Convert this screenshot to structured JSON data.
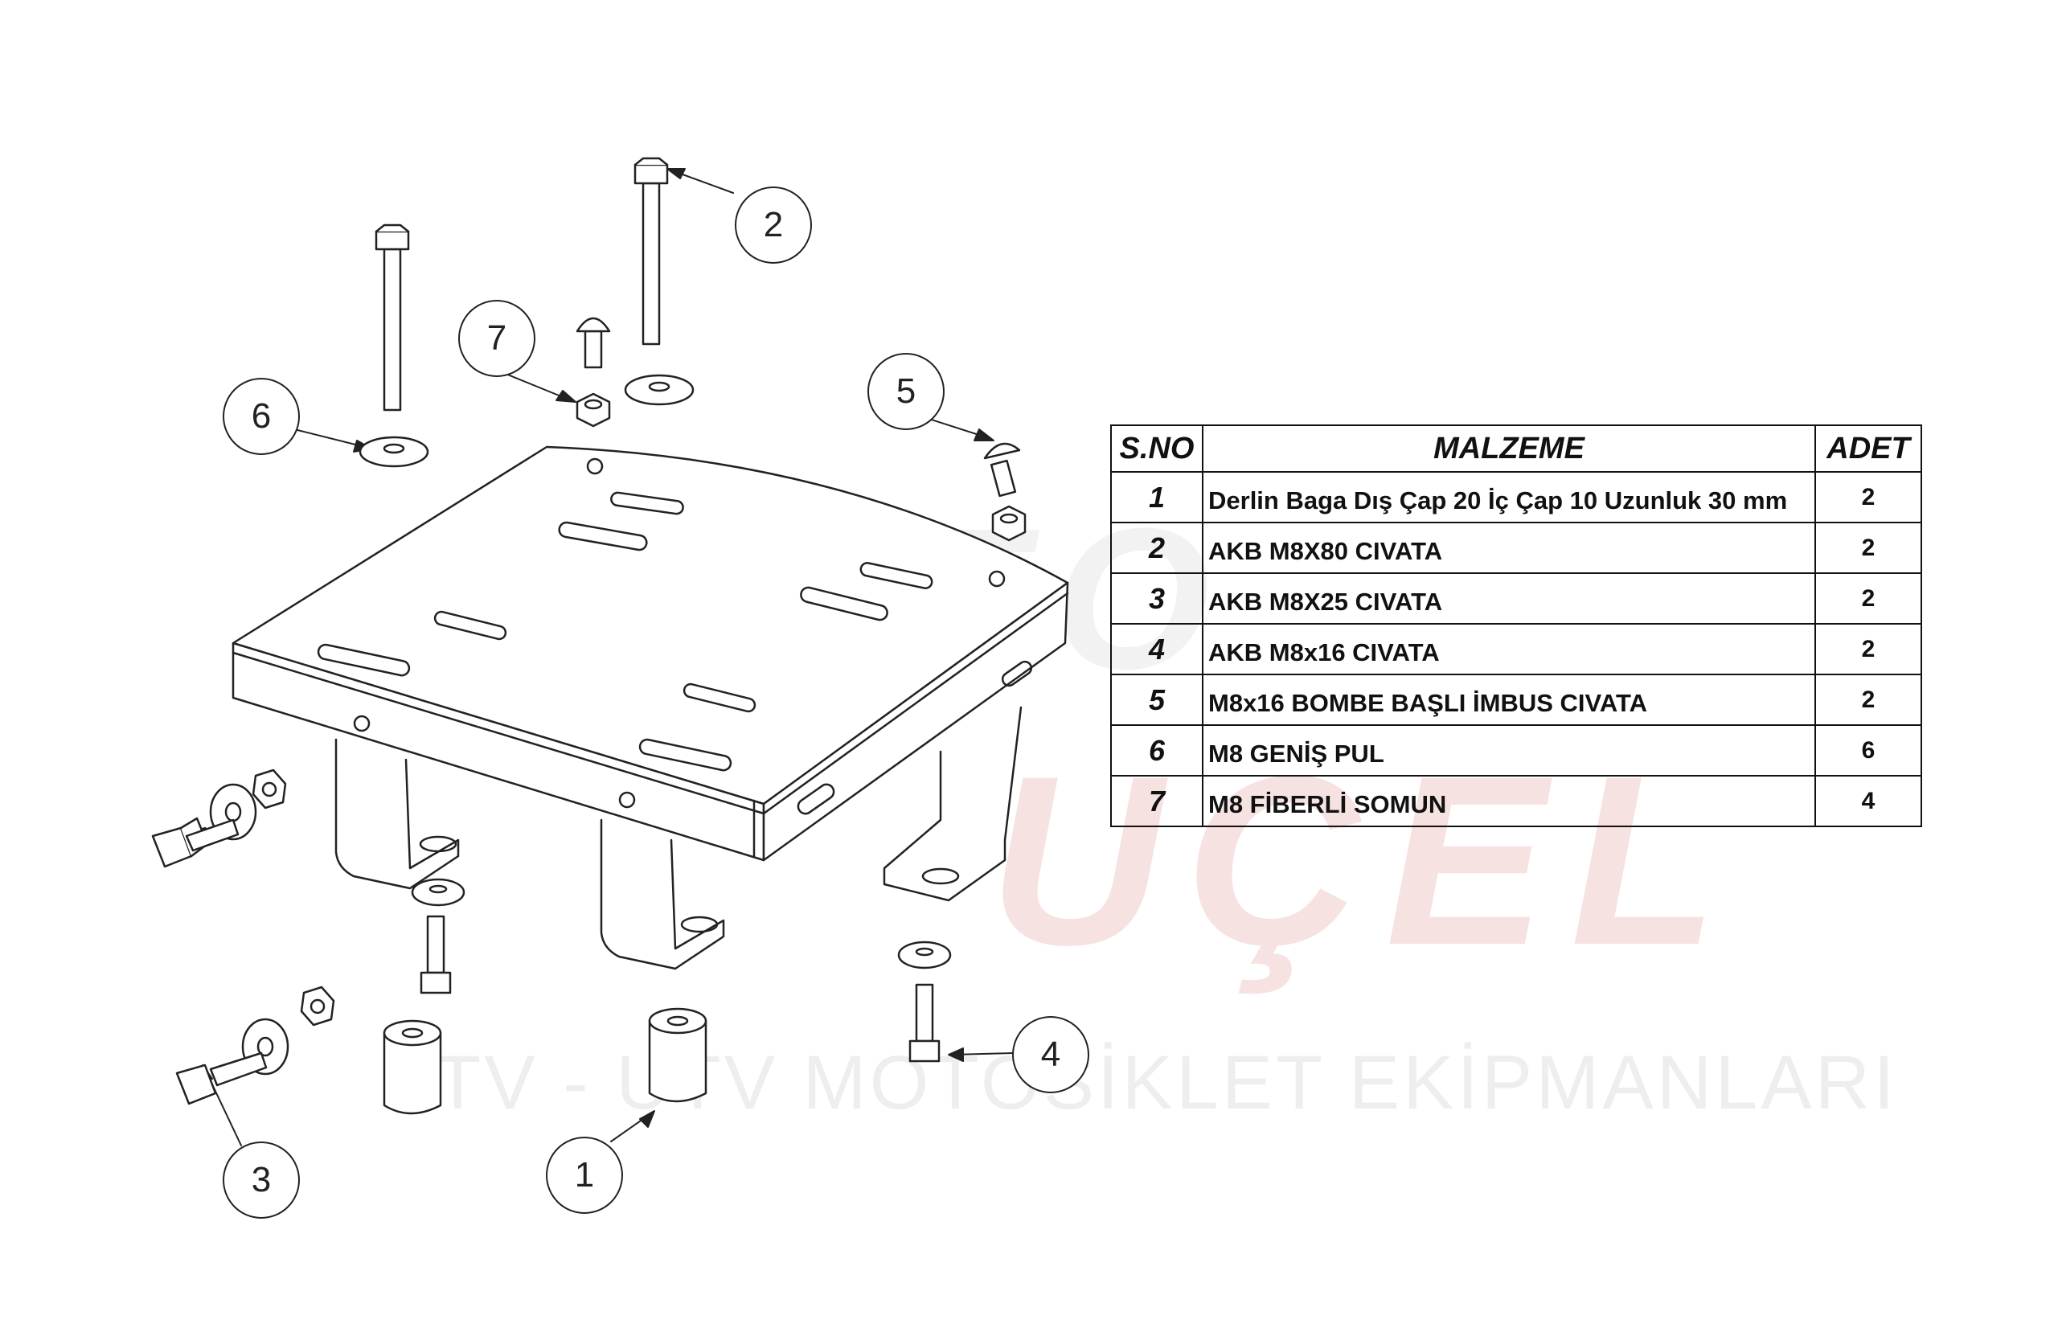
{
  "watermark": {
    "brand": "UÇEL",
    "moto": "MOTO",
    "tagline": "ATV - UTV MOTOSİKLET EKİPMANLARI"
  },
  "callouts": [
    "1",
    "2",
    "3",
    "4",
    "5",
    "6",
    "7"
  ],
  "bom_table": {
    "headers": {
      "no": "S.NO",
      "material": "MALZEME",
      "qty": "ADET"
    },
    "rows": [
      {
        "no": "1",
        "material": "Derlin Baga Dış Çap 20 İç Çap 10 Uzunluk 30 mm",
        "qty": "2"
      },
      {
        "no": "2",
        "material": "AKB M8X80 CIVATA",
        "qty": "2"
      },
      {
        "no": "3",
        "material": "AKB M8X25 CIVATA",
        "qty": "2"
      },
      {
        "no": "4",
        "material": "AKB M8x16 CIVATA",
        "qty": "2"
      },
      {
        "no": "5",
        "material": "M8x16 BOMBE BAŞLI İMBUS CIVATA",
        "qty": "2"
      },
      {
        "no": "6",
        "material": "M8 GENİŞ PUL",
        "qty": "6"
      },
      {
        "no": "7",
        "material": "M8 FİBERLİ SOMUN",
        "qty": "4"
      }
    ]
  },
  "colors": {
    "line": "#222222",
    "watermark_red": "#f7e2e2",
    "watermark_grey": "#eeeeee"
  }
}
